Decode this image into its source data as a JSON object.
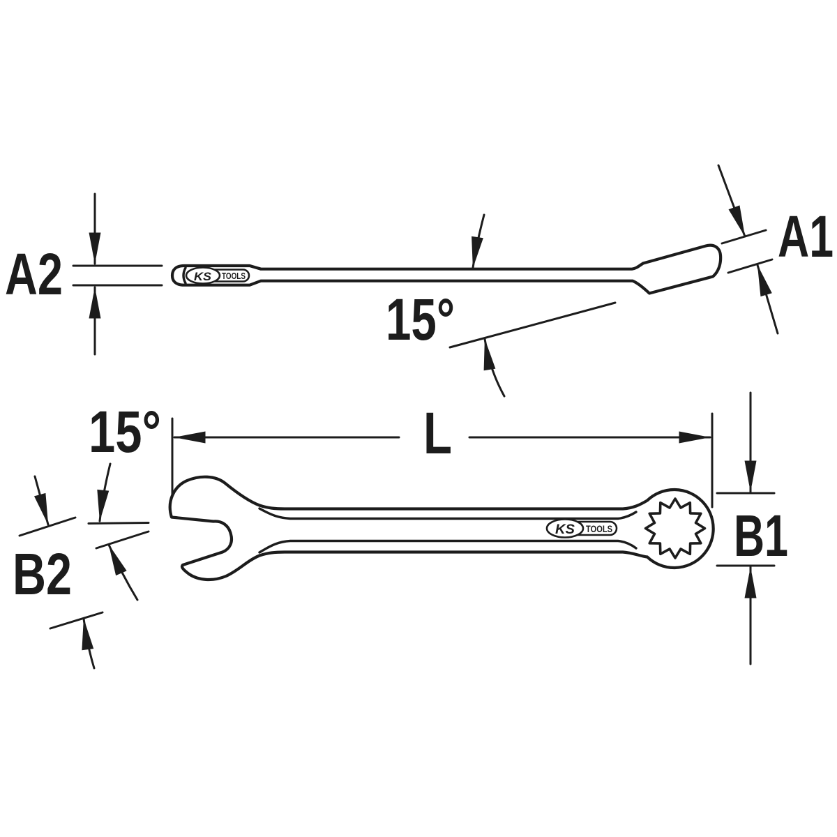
{
  "diagram": {
    "background": "#ffffff",
    "line_color": "#1c1c1c",
    "views": {
      "side_view": {
        "height_left_label": "A2",
        "height_right_label": "A1",
        "angle_label": "15°"
      },
      "plan_view": {
        "angle_label": "15°",
        "length_label": "L",
        "ring_width_label": "B1",
        "jaw_width_label": "B2"
      }
    },
    "logo": {
      "ks": "KS",
      "tools": "TOOLS"
    }
  }
}
